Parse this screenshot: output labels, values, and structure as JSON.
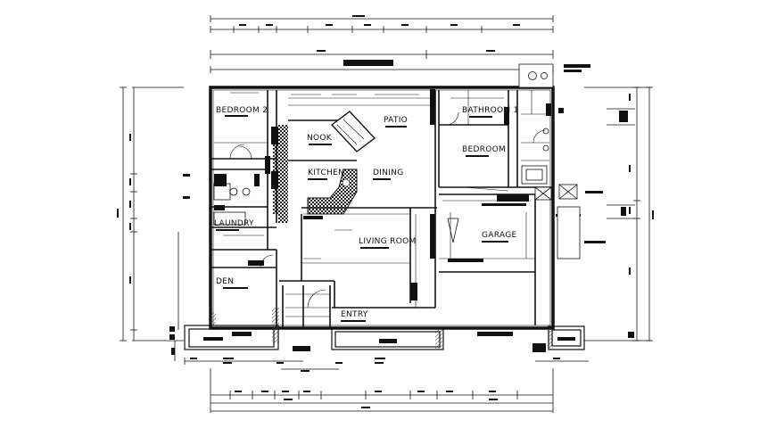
{
  "rooms": {
    "bedroom2": "BEDROOM 2",
    "nook": "NOOK",
    "patio": "PATIO",
    "bathroom1": "BATHROOM 1",
    "bedroom": "BEDROOM",
    "kitchen": "KITCHEN",
    "dining": "DINING",
    "laundry": "LAUNDRY",
    "living_room": "LIVING ROOM",
    "garage": "GARAGE",
    "den": "DEN",
    "entry": "ENTRY"
  },
  "colors": {
    "ink": "#111111",
    "paper": "#ffffff",
    "hatch": "#555555"
  }
}
